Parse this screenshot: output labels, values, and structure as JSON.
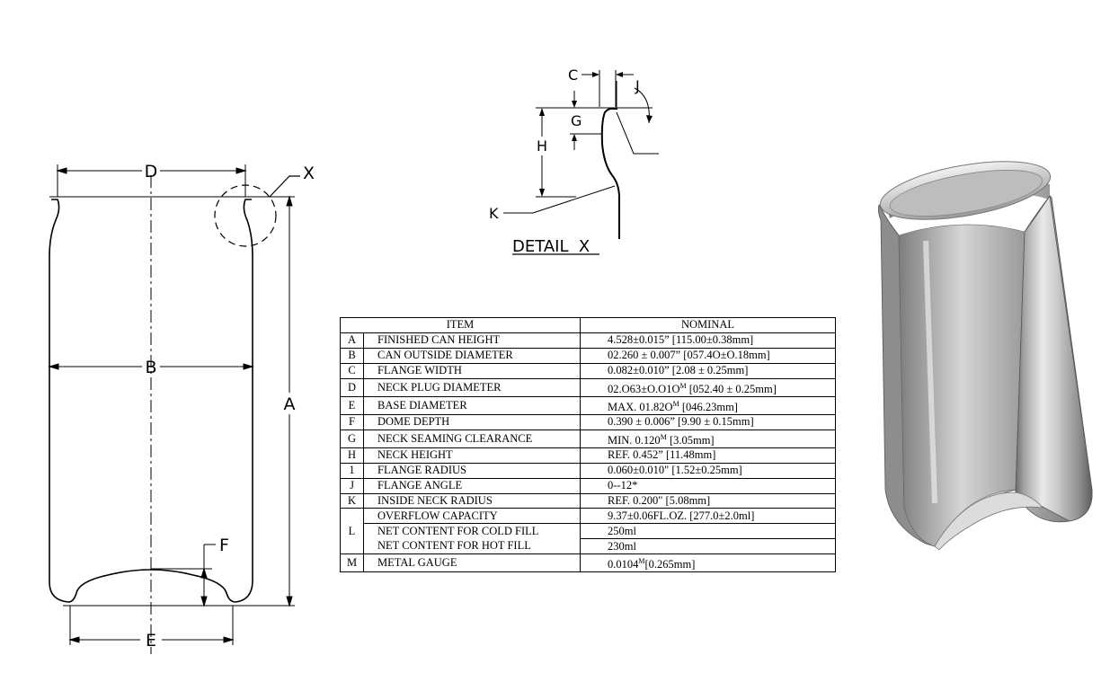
{
  "dims": {
    "A": "A",
    "B": "B",
    "D": "D",
    "E": "E",
    "F": "F",
    "X": "X"
  },
  "detail": {
    "C": "C",
    "G": "G",
    "H": "H",
    "J": "J",
    "K": "K",
    "title": "DETAIL  X"
  },
  "table": {
    "headers": {
      "item": "ITEM",
      "nominal": "NOMINAL"
    },
    "rows": [
      {
        "letter": "A",
        "item": "FINISHED CAN HEIGHT",
        "value": "4.528±0.015” [115.00±0.38mm]"
      },
      {
        "letter": "B",
        "item": "CAN OUTSIDE DIAMETER",
        "value": "02.260 ± 0.007” [057.4O±O.18mm]"
      },
      {
        "letter": "C",
        "item": "FLANGE WIDTH",
        "value": "0.082±0.010” [2.08 ± 0.25mm]"
      },
      {
        "letter": "D",
        "item": "NECK PLUG DIAMETER",
        "value": "02.O63±O.O1O",
        "value_sup": "M",
        "value_tail": " [052.40 ± 0.25mm]"
      },
      {
        "letter": "E",
        "item": "BASE DIAMETER",
        "value": "MAX. 01.82O",
        "value_sup": "M",
        "value_tail": " [046.23mm]"
      },
      {
        "letter": "F",
        "item": "DOME DEPTH",
        "value": "0.390 ± 0.006” [9.90 ± 0.15mm]"
      },
      {
        "letter": "G",
        "item": "NECK SEAMING CLEARANCE",
        "value": "MIN. 0.120",
        "value_sup": "M",
        "value_tail": " [3.05mm]"
      },
      {
        "letter": "H",
        "item": "NECK HEIGHT",
        "value": "REF. 0.452” [11.48mm]"
      },
      {
        "letter": "1",
        "item": "FLANGE RADIUS",
        "value": "0.060±0.010\" [1.52±0.25mm]"
      },
      {
        "letter": "J",
        "item": "FLANGE ANGLE",
        "value": "0--12*"
      },
      {
        "letter": "K",
        "item": "INSIDE NECK RADIUS",
        "value": "REF. 0.200\" [5.08mm]"
      }
    ],
    "l_group": {
      "letter": "L",
      "rows": [
        {
          "item": "OVERFLOW CAPACITY",
          "value": "9.37±0.06FL.OZ. [277.0±2.0ml]"
        },
        {
          "item": "NET CONTENT FOR COLD FILL",
          "value": "250ml"
        },
        {
          "item": "NET CONTENT FOR HOT FILL",
          "value": "230ml"
        }
      ]
    },
    "last": {
      "letter": "M",
      "item": "METAL GAUGE",
      "value": "0.0104",
      "value_sup": "M",
      "value_tail": "[0.265mm]"
    }
  }
}
